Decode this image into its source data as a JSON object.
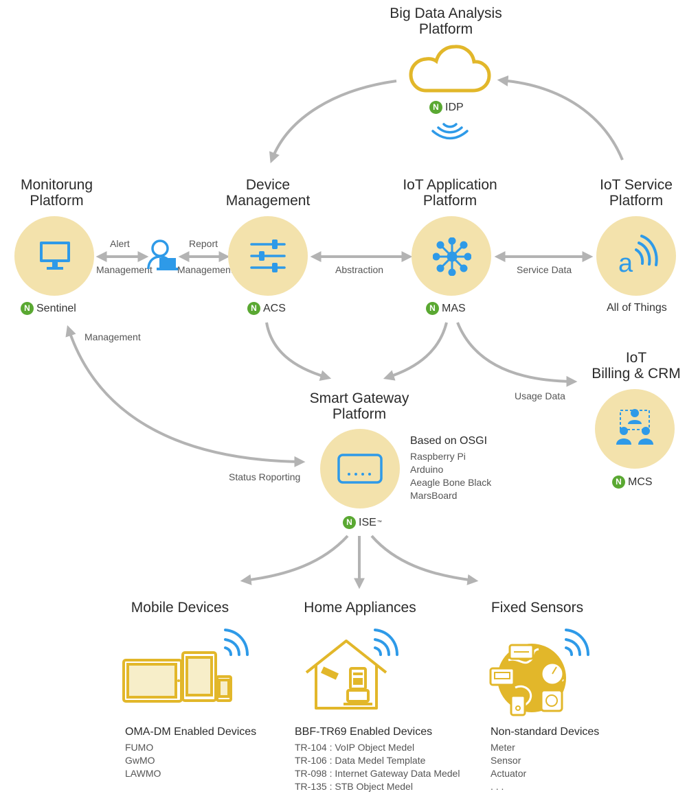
{
  "platforms": {
    "big_data": {
      "title_line1": "Big Data Analysis",
      "title_line2": "Platform",
      "product": "IDP"
    },
    "monitoring": {
      "title_line1": "Monitorung",
      "title_line2": "Platform",
      "product": "Sentinel"
    },
    "device_mgmt": {
      "title_line1": "Device",
      "title_line2": "Management",
      "product": "ACS"
    },
    "iot_app": {
      "title_line1": "IoT Application",
      "title_line2": "Platform",
      "product": "MAS"
    },
    "iot_service": {
      "title_line1": "IoT Service",
      "title_line2": "Platform",
      "product": "All of Things"
    },
    "billing": {
      "title_line1": "IoT",
      "title_line2": "Billing & CRM",
      "product": "MCS"
    },
    "gateway": {
      "title_line1": "Smart Gateway",
      "title_line2": "Platform",
      "product": "ISE",
      "trademark": "™"
    }
  },
  "gateway_info": {
    "heading": "Based on OSGI",
    "items": [
      "Raspberry Pi",
      "Arduino",
      "Aeagle Bone Black",
      "MarsBoard"
    ]
  },
  "edge_labels": {
    "alert": "Alert",
    "alert_management": "Management",
    "report": "Report",
    "report_management": "Management",
    "abstraction": "Abstraction",
    "service_data": "Service Data",
    "management": "Management",
    "usage_data": "Usage Data",
    "status_reporting": "Status Roporting"
  },
  "device_groups": [
    {
      "title": "Mobile Devices",
      "heading": "OMA-DM Enabled Devices",
      "items": [
        "FUMO",
        "GwMO",
        "LAWMO"
      ]
    },
    {
      "title": "Home Appliances",
      "heading": "BBF-TR69 Enabled Devices",
      "items": [
        "TR-104 : VoIP Object Medel",
        "TR-106 : Data Medel Template",
        "TR-098 : Internet Gateway Data Medel",
        "TR-135 : STB Object Medel"
      ]
    },
    {
      "title": "Fixed Sensors",
      "heading": "Non-standard Devices",
      "items": [
        "Meter",
        "Sensor",
        "Actuator",
        ". . ."
      ]
    }
  ],
  "badge_letter": "N",
  "colors": {
    "circle": "#f3e2ac",
    "gold": "#e2b72a",
    "blue": "#2e9ae8",
    "arrow": "#b3b3b3",
    "badge": "#5aa832"
  },
  "icons": [
    "cloud-icon",
    "monitor-icon",
    "user-laptop-icon",
    "sliders-icon",
    "hub-icon",
    "signal-a-icon",
    "people-icon",
    "gateway-box-icon",
    "wifi-icon",
    "tablet-phone-icon",
    "house-icon",
    "globe-sensors-icon"
  ]
}
